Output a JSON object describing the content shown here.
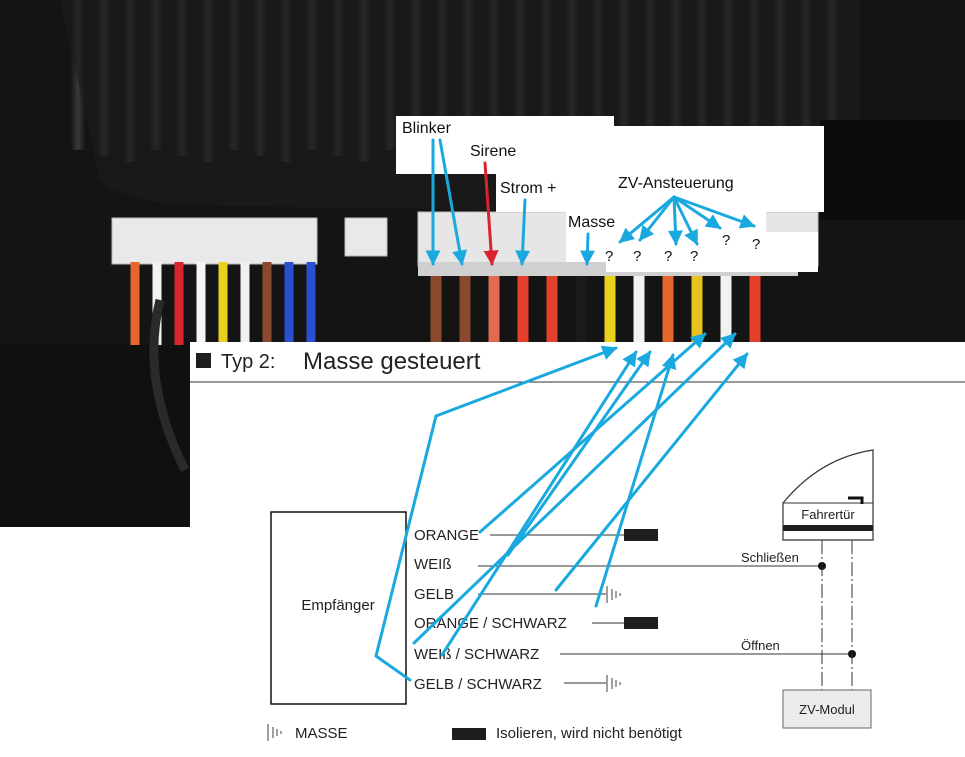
{
  "photo_labels": {
    "blinker": "Blinker",
    "sirene": "Sirene",
    "strom": "Strom +",
    "zv": "ZV-Ansteuerung",
    "masse": "Masse",
    "unknown": "?"
  },
  "section": {
    "title_prefix": "Typ 2:",
    "title": "Masse gesteuert"
  },
  "receiver": {
    "label": "Empfänger"
  },
  "wires": [
    {
      "label": "ORANGE",
      "terminal": "insulate"
    },
    {
      "label": "WEIß",
      "terminal": "lock"
    },
    {
      "label": "GELB",
      "terminal": "ground"
    },
    {
      "label": "ORANGE / SCHWARZ",
      "terminal": "insulate"
    },
    {
      "label": "WEIß / SCHWARZ",
      "terminal": "unlock"
    },
    {
      "label": "GELB / SCHWARZ",
      "terminal": "ground"
    }
  ],
  "door": {
    "label": "Fahrertür"
  },
  "lines": {
    "lock": "Schließen",
    "unlock": "Öffnen"
  },
  "module": {
    "label": "ZV-Modul"
  },
  "legend": {
    "ground": "MASSE",
    "insulate": "Isolieren, wird nicht benötigt"
  },
  "colors": {
    "arrow_blue": "#1aa9de",
    "arrow_red": "#d9232e",
    "insulate_block": "#1e1e1e",
    "module_fill": "#ececec"
  }
}
